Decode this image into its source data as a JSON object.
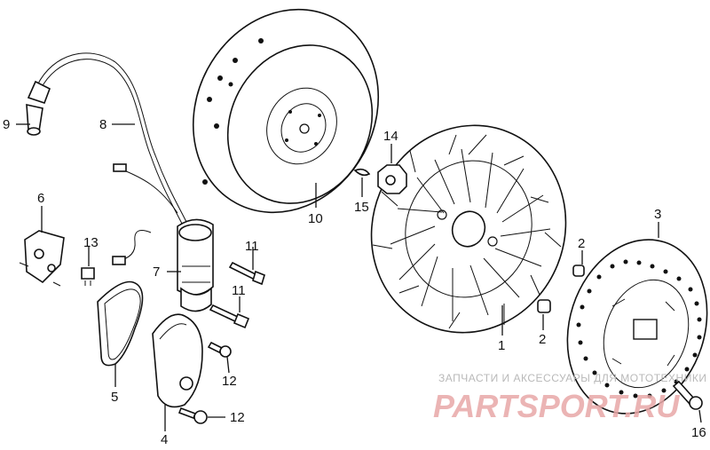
{
  "callouts": {
    "p1": "1",
    "p2a": "2",
    "p2b": "2",
    "p3": "3",
    "p4": "4",
    "p5": "5",
    "p6": "6",
    "p7": "7",
    "p8": "8",
    "p9": "9",
    "p10": "10",
    "p11a": "11",
    "p11b": "11",
    "p12a": "12",
    "p12b": "12",
    "p13": "13",
    "p14": "14",
    "p15": "15",
    "p16": "16"
  },
  "watermark": {
    "line1": "ЗАПЧАСТИ И АКСЕССУАРЫ ДЛЯ МОТОТЕХНИКИ",
    "line2": "PARTSPORT.RU"
  },
  "colors": {
    "ink": "#111111",
    "watermark_text": "#b9b9b9",
    "watermark_logo": "#e8a8a8"
  }
}
